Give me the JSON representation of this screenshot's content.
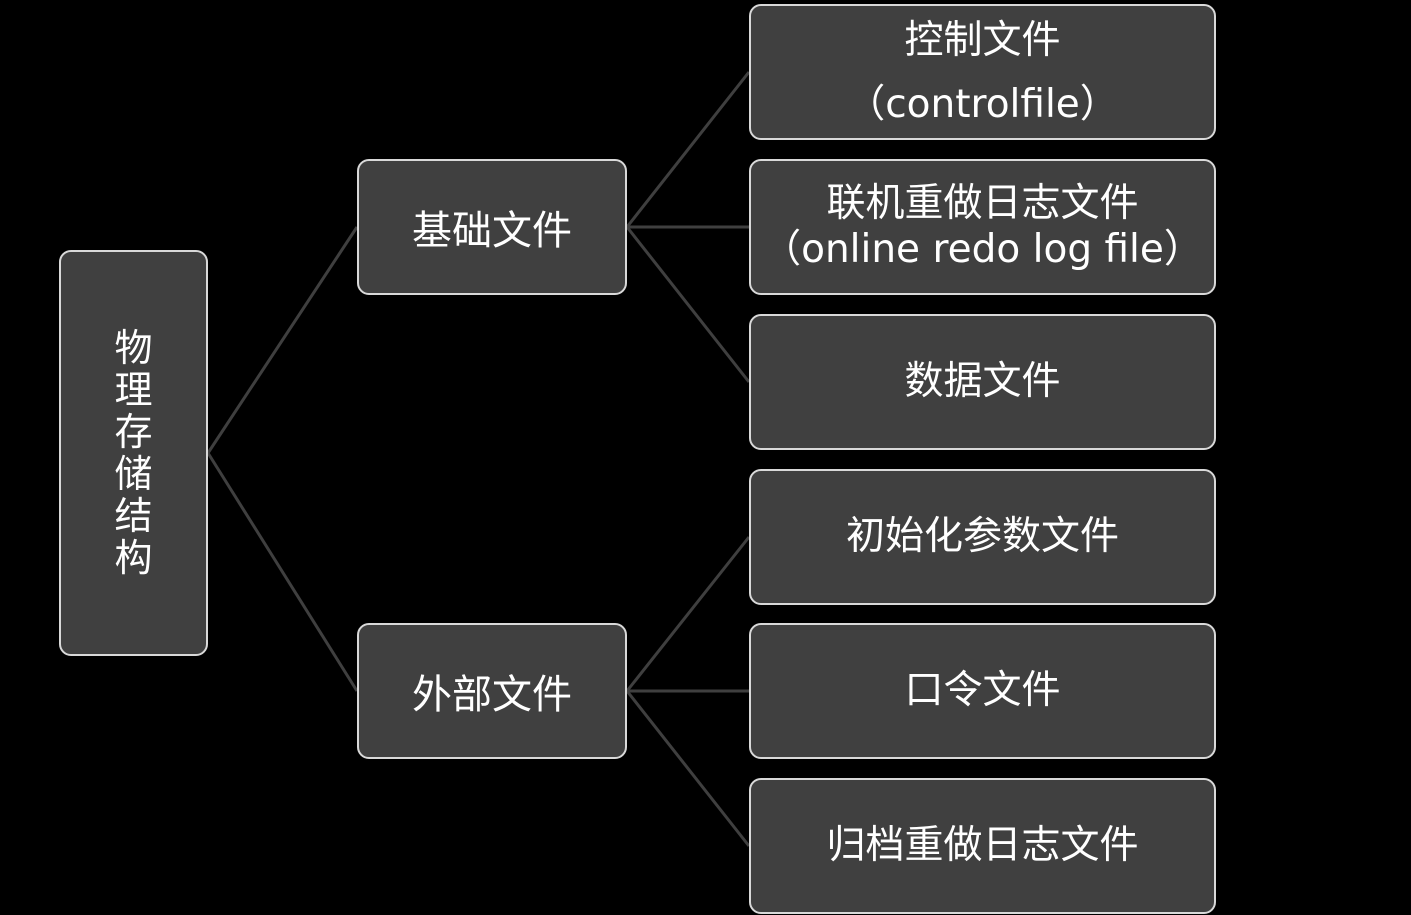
{
  "diagram": {
    "root": {
      "label": "物理存储结构",
      "chars": [
        "物",
        "理",
        "存",
        "储",
        "结",
        "构"
      ]
    },
    "branches": [
      {
        "label": "基础文件",
        "children": [
          {
            "line1": "控制文件",
            "line2": "（controlfile）"
          },
          {
            "line1": "联机重做日志文件",
            "line2": "（online redo log file）"
          },
          {
            "line1": "数据文件"
          }
        ]
      },
      {
        "label": "外部文件",
        "children": [
          {
            "line1": "初始化参数文件"
          },
          {
            "line1": "口令文件"
          },
          {
            "line1": "归档重做日志文件"
          }
        ]
      }
    ],
    "colors": {
      "background": "#000000",
      "node_fill": "#404040",
      "node_border": "#d9d9d9",
      "connector": "#3f3f3f",
      "text": "#ffffff"
    }
  }
}
